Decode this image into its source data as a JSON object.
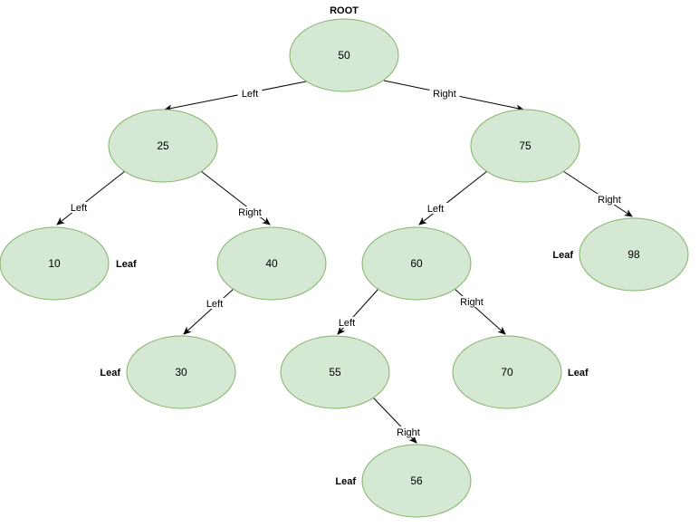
{
  "root_label": "ROOT",
  "leaf_label": "Leaf",
  "colors": {
    "node_fill": "#d5e8d4",
    "node_stroke": "#82b366",
    "edge": "#000000"
  },
  "nodes": [
    {
      "id": "n50",
      "value": "50",
      "leaf": false
    },
    {
      "id": "n25",
      "value": "25",
      "leaf": false
    },
    {
      "id": "n75",
      "value": "75",
      "leaf": false
    },
    {
      "id": "n10",
      "value": "10",
      "leaf": true
    },
    {
      "id": "n40",
      "value": "40",
      "leaf": false
    },
    {
      "id": "n60",
      "value": "60",
      "leaf": false
    },
    {
      "id": "n98",
      "value": "98",
      "leaf": true
    },
    {
      "id": "n30",
      "value": "30",
      "leaf": true
    },
    {
      "id": "n55",
      "value": "55",
      "leaf": false
    },
    {
      "id": "n70",
      "value": "70",
      "leaf": true
    },
    {
      "id": "n56",
      "value": "56",
      "leaf": true
    }
  ],
  "edges": [
    {
      "from": "n50",
      "to": "n25",
      "label": "Left"
    },
    {
      "from": "n50",
      "to": "n75",
      "label": "Right"
    },
    {
      "from": "n25",
      "to": "n10",
      "label": "Left"
    },
    {
      "from": "n25",
      "to": "n40",
      "label": "Right"
    },
    {
      "from": "n75",
      "to": "n60",
      "label": "Left"
    },
    {
      "from": "n75",
      "to": "n98",
      "label": "Right"
    },
    {
      "from": "n40",
      "to": "n30",
      "label": "Left"
    },
    {
      "from": "n60",
      "to": "n55",
      "label": "Left"
    },
    {
      "from": "n60",
      "to": "n70",
      "label": "Right"
    },
    {
      "from": "n55",
      "to": "n56",
      "label": "Right"
    }
  ]
}
